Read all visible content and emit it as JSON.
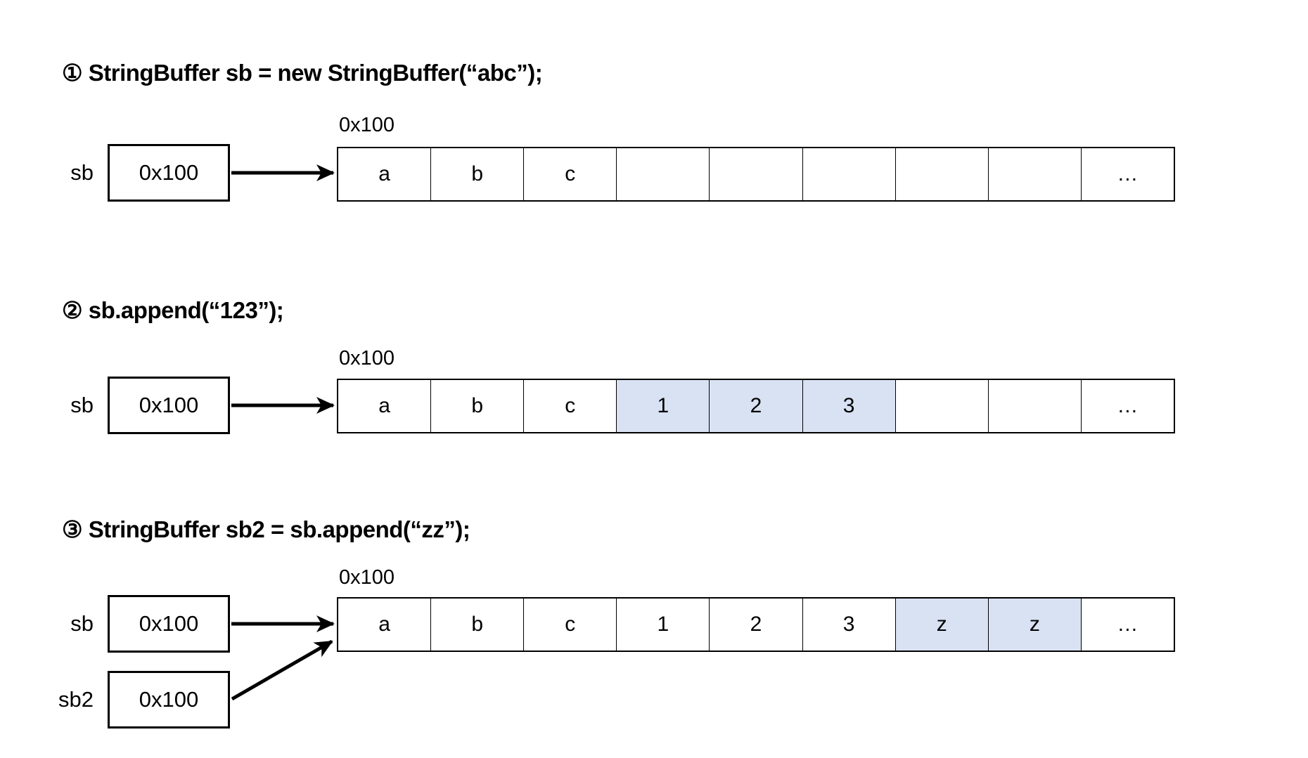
{
  "colors": {
    "background": "#ffffff",
    "border": "#000000",
    "text": "#000000",
    "highlight": "#d9e2f3"
  },
  "sections": [
    {
      "step": "1",
      "heading": "① StringBuffer sb = new StringBuffer(“abc”);",
      "array_address_label": "0x100",
      "pointer_vars": [
        {
          "name": "sb",
          "value": "0x100"
        }
      ],
      "cells": [
        "a",
        "b",
        "c",
        "",
        "",
        "",
        "",
        "",
        "…"
      ],
      "highlighted_cells": []
    },
    {
      "step": "2",
      "heading": "② sb.append(“123”);",
      "array_address_label": "0x100",
      "pointer_vars": [
        {
          "name": "sb",
          "value": "0x100"
        }
      ],
      "cells": [
        "a",
        "b",
        "c",
        "1",
        "2",
        "3",
        "",
        "",
        "…"
      ],
      "highlighted_cells": [
        3,
        4,
        5
      ]
    },
    {
      "step": "3",
      "heading": "③ StringBuffer sb2 = sb.append(“zz”);",
      "array_address_label": "0x100",
      "pointer_vars": [
        {
          "name": "sb",
          "value": "0x100"
        },
        {
          "name": "sb2",
          "value": "0x100"
        }
      ],
      "cells": [
        "a",
        "b",
        "c",
        "1",
        "2",
        "3",
        "z",
        "z",
        "…"
      ],
      "highlighted_cells": [
        6,
        7
      ]
    }
  ]
}
